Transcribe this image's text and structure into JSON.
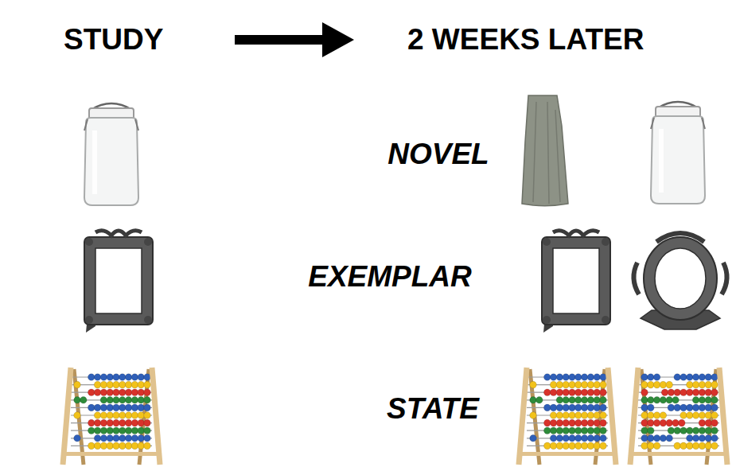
{
  "diagram": {
    "labels": [
      "STUDY",
      "2 WEEKS LATER",
      "NOVEL",
      "EXEMPLAR",
      "STATE"
    ]
  }
}
